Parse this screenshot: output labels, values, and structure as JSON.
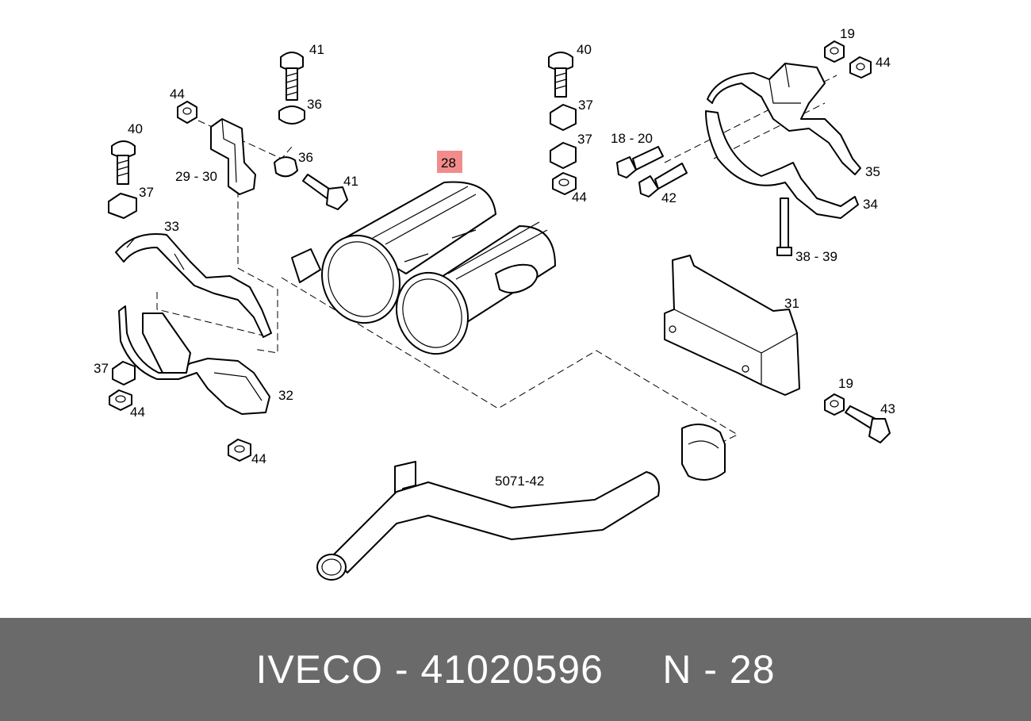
{
  "diagram": {
    "highlight_color": "#f28c8c",
    "highlighted_label": "28",
    "labels": {
      "l41a": "41",
      "l36a": "36",
      "l44a": "44",
      "l40a": "40",
      "l36b": "36",
      "l2930": "29 - 30",
      "l41b": "41",
      "l37a": "37",
      "l33": "33",
      "l37b": "37",
      "l44b": "44",
      "l32": "32",
      "l44c": "44",
      "l40b": "40",
      "l37c": "37",
      "l37d": "37",
      "l44d": "44",
      "l1820": "18 - 20",
      "l42": "42",
      "l19a": "19",
      "l44e": "44",
      "l35": "35",
      "l34": "34",
      "l3839": "38 - 39",
      "l31": "31",
      "l19b": "19",
      "l43": "43",
      "l507142": "5071-42"
    }
  },
  "footer": {
    "text": "IVECO - 41020596     N - 28",
    "background": "#6a6a6a"
  }
}
